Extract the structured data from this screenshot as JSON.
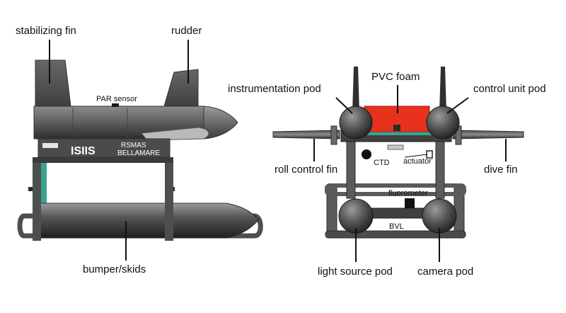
{
  "side_view": {
    "labels": {
      "stabilizing_fin": "stabilizing fin",
      "rudder": "rudder",
      "par_sensor": "PAR sensor",
      "bumper_skids": "bumper/skids"
    },
    "hull_text": {
      "name": "ISIIS",
      "line1": "RSMAS",
      "line2": "BELLAMARE"
    }
  },
  "front_view": {
    "labels": {
      "instrumentation_pod": "instrumentation pod",
      "pvc_foam": "PVC foam",
      "control_unit_pod": "control unit pod",
      "roll_control_fin": "roll control fin",
      "ctd": "CTD",
      "actuator": "actuator",
      "dive_fin": "dive fin",
      "fluorometer": "fluorometer",
      "bvl": "BVL",
      "light_source_pod": "light source pod",
      "camera_pod": "camera pod"
    }
  },
  "colors": {
    "hull": "#585a58",
    "hull_dark": "#2f302f",
    "pvc_foam": "#e8321e",
    "teal": "#39a38f",
    "frame": "#5a5c5a"
  }
}
